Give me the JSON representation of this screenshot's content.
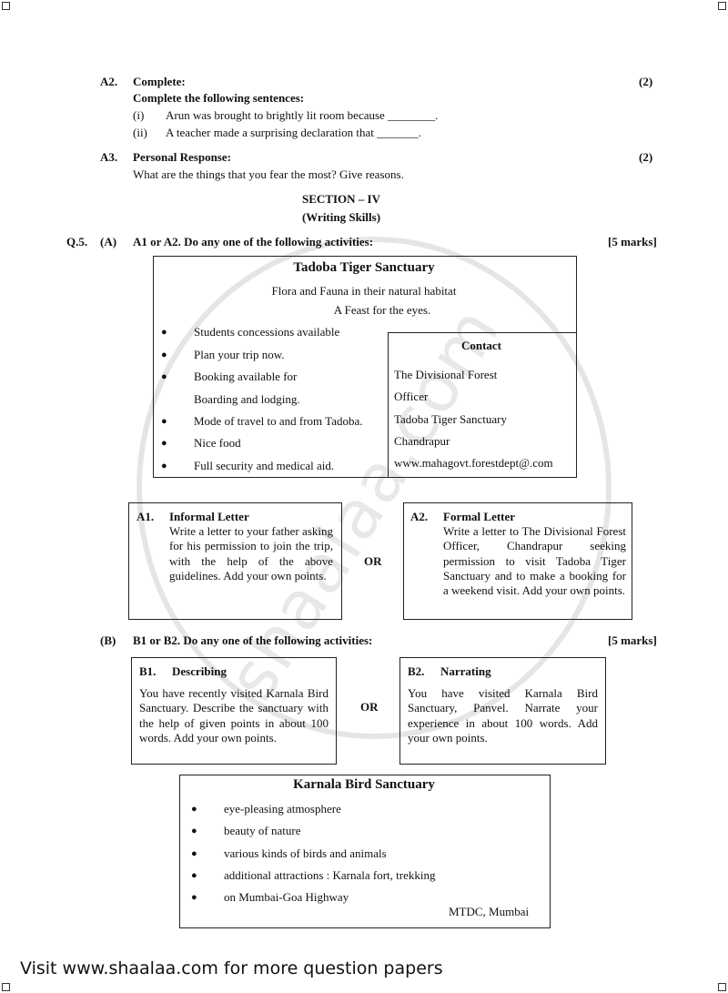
{
  "a2": {
    "num": "A2.",
    "title": "Complete:",
    "marks": "(2)",
    "instruction": "Complete the following sentences:",
    "items": [
      {
        "num": "(i)",
        "text": "Arun was brought to brightly lit room because ________."
      },
      {
        "num": "(ii)",
        "text": "A teacher made a surprising declaration that _______."
      }
    ]
  },
  "a3": {
    "num": "A3.",
    "title": "Personal Response:",
    "marks": "(2)",
    "question": "What are the things that you fear the most? Give reasons."
  },
  "section": {
    "title": "SECTION – IV",
    "subtitle": "(Writing Skills)"
  },
  "q5": {
    "num": "Q.5.",
    "part": "(A)",
    "instruction": "A1 or A2. Do any one of the following activities:",
    "marks": "[5 marks]"
  },
  "tadoba": {
    "title": "Tadoba Tiger Sanctuary",
    "line1": "Flora and Fauna in their natural habitat",
    "line2": "A Feast for the eyes.",
    "bullets": [
      "Students concessions available",
      "Plan your trip now.",
      "Booking available for",
      "Boarding and lodging.",
      "Mode of travel to and from Tadoba.",
      "Nice food",
      "Full security and medical aid."
    ],
    "contact": {
      "title": "Contact",
      "lines": [
        "The Divisional Forest",
        "Officer",
        "Tadoba Tiger Sanctuary",
        "Chandrapur",
        "www.mahagovt.forestdept@.com"
      ]
    }
  },
  "a_options": {
    "a1": {
      "num": "A1.",
      "title": "Informal Letter",
      "text": "Write a letter to your father asking for his permission to join the trip, with the help of the above guidelines. Add your own points."
    },
    "or": "OR",
    "a2": {
      "num": "A2.",
      "title": "Formal Letter",
      "text": "Write a letter to The Divisional Forest Officer, Chandrapur seeking permission to visit Tadoba Tiger Sanctuary and to make a booking for a weekend visit. Add your own points."
    }
  },
  "partB": {
    "part": "(B)",
    "instruction": "B1 or B2. Do any one of the following activities:",
    "marks": "[5 marks]"
  },
  "b_options": {
    "b1": {
      "num": "B1.",
      "title": "Describing",
      "text": "You have recently visited Karnala Bird Sanctuary. Describe the sanctuary with the help of given points in about 100 words. Add your own points."
    },
    "or": "OR",
    "b2": {
      "num": "B2.",
      "title": "Narrating",
      "text": "You have visited Karnala Bird Sanctuary, Panvel. Narrate your experience in about 100 words. Add your own points."
    }
  },
  "karnala": {
    "title": "Karnala Bird Sanctuary",
    "bullets": [
      "eye-pleasing atmosphere",
      "beauty of nature",
      "various kinds of birds and animals",
      "additional attractions : Karnala fort, trekking",
      "on Mumbai-Goa Highway"
    ],
    "credit": "MTDC, Mumbai"
  },
  "footer": {
    "text": "Visit www.shaalaa.com for more question papers"
  },
  "watermark": {
    "text": "shaalaa.com"
  }
}
